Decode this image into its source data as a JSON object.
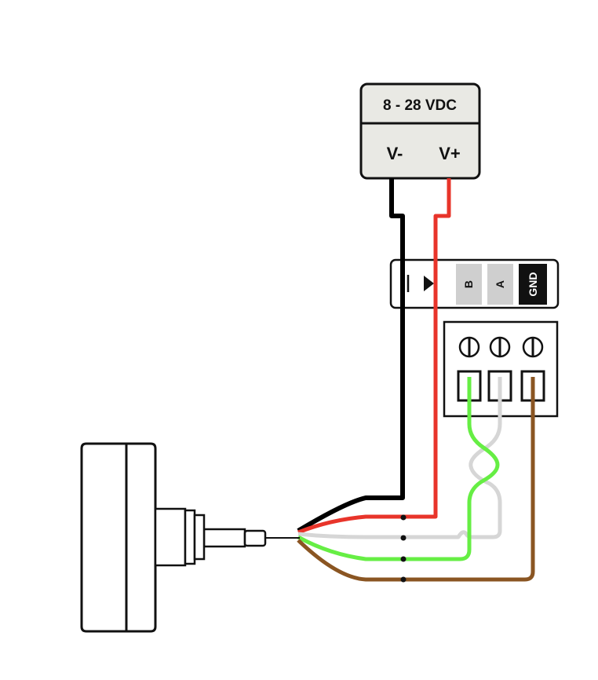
{
  "power_supply": {
    "voltage_label": "8 - 28 VDC",
    "neg_label": "V-",
    "pos_label": "V+"
  },
  "terminal_header": {
    "labels": [
      "B",
      "A",
      "GND"
    ]
  },
  "wire_colors": {
    "black": "#000000",
    "red": "#e8342a",
    "white": "#d6d6d6",
    "green": "#66ee44",
    "brown": "#8a5522"
  },
  "icons": [
    "power-supply-icon",
    "diode-symbol-icon",
    "screw-terminal-icon",
    "sensor-device-icon",
    "cable-connector-icon"
  ]
}
